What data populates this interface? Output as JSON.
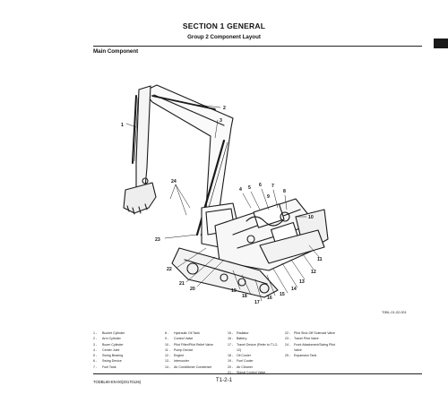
{
  "header": {
    "section": "SECTION 1 GENERAL",
    "group": "Group 2 Component Layout"
  },
  "subtitle": "Main Component",
  "figure_id": "T0BL-01-02-001",
  "callouts": [
    "1",
    "2",
    "3",
    "4",
    "5",
    "6",
    "7",
    "8",
    "9",
    "10",
    "11",
    "12",
    "13",
    "14",
    "15",
    "16",
    "17",
    "18",
    "19",
    "20",
    "21",
    "22",
    "23",
    "24"
  ],
  "legend": [
    {
      "no": "1 -",
      "label": "Bucket Cylinder"
    },
    {
      "no": "2 -",
      "label": "Arm Cylinder"
    },
    {
      "no": "3 -",
      "label": "Boom Cylinder"
    },
    {
      "no": "4 -",
      "label": "Center Joint"
    },
    {
      "no": "5 -",
      "label": "Swing Bearing"
    },
    {
      "no": "6 -",
      "label": "Swing Device"
    },
    {
      "no": "7 -",
      "label": "Fuel Tank"
    },
    {
      "no": "8 -",
      "label": "Hydraulic Oil Tank"
    },
    {
      "no": "9 -",
      "label": "Control Valve"
    },
    {
      "no": "10 -",
      "label": "Pilot Filter/Pilot Relief Valve"
    },
    {
      "no": "11 -",
      "label": "Pump Device"
    },
    {
      "no": "12 -",
      "label": "Engine"
    },
    {
      "no": "13 -",
      "label": "Intercooler"
    },
    {
      "no": "14 -",
      "label": "Air Conditioner Condenser"
    },
    {
      "no": "15 -",
      "label": "Radiator"
    },
    {
      "no": "16 -",
      "label": "Battery"
    },
    {
      "no": "17 -",
      "label": "Travel Device (Refer to T1-2-"
    },
    {
      "no": "",
      "label": "12)"
    },
    {
      "no": "18 -",
      "label": "Oil Cooler"
    },
    {
      "no": "19 -",
      "label": "Fuel Cooler"
    },
    {
      "no": "20 -",
      "label": "Air Cleaner"
    },
    {
      "no": "21 -",
      "label": "Signal Control Valve"
    },
    {
      "no": "22 -",
      "label": "Pilot Shut-Off Solenoid Valve"
    },
    {
      "no": "23 -",
      "label": "Travel Pilot Valve"
    },
    {
      "no": "24 -",
      "label": "Front Attachment/Swing Pilot"
    },
    {
      "no": "",
      "label": "Valve"
    },
    {
      "no": "25 -",
      "label": "Expansion Tank"
    }
  ],
  "footer": {
    "doc_code": "TODBL90-EN-00(20170126)",
    "page": "T1-2-1"
  }
}
